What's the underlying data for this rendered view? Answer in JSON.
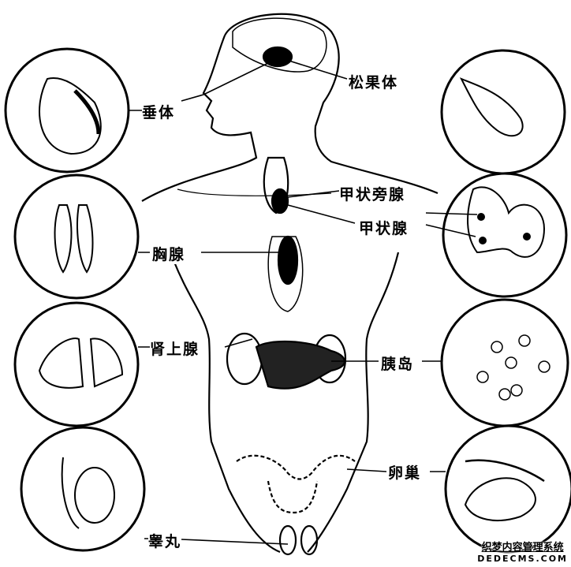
{
  "labels": {
    "pituitary": "垂体",
    "pineal": "松果体",
    "parathyroid": "甲状旁腺",
    "thyroid": "甲状腺",
    "thymus": "胸腺",
    "adrenal": "肾上腺",
    "islets": "胰岛",
    "ovary": "卵巢",
    "testis": "睾丸"
  },
  "watermark": {
    "line1": "织梦内容管理系统",
    "line2": "DEDECMS.COM"
  }
}
